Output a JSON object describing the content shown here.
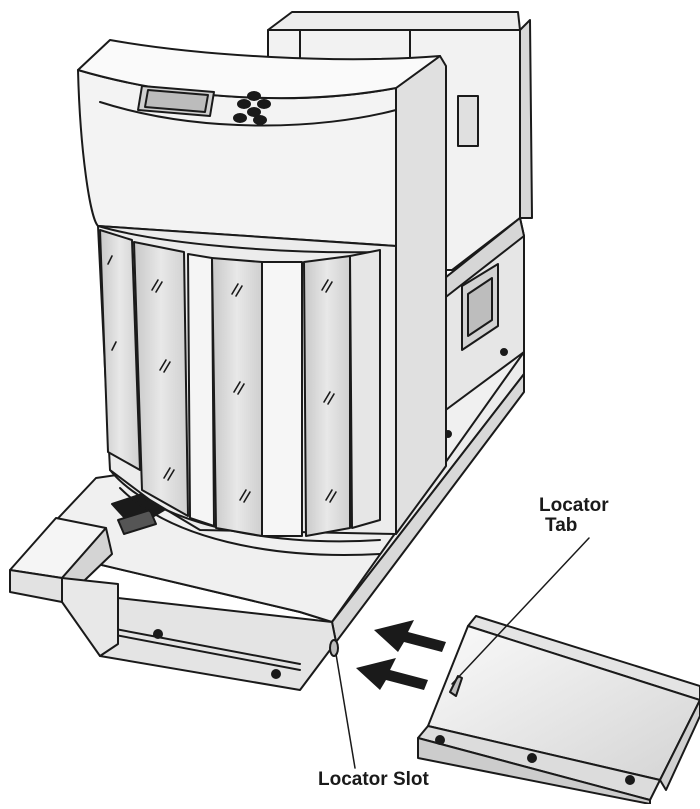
{
  "labels": {
    "locator_tab_line1": "Locator",
    "locator_tab_line2": "Tab",
    "locator_slot": "Locator Slot"
  },
  "colors": {
    "outline": "#1a1a1a",
    "body": "#f2f2f2",
    "panel": "#e2e2e2",
    "shade": "#cfcfcf",
    "glass": "#d9d9d9",
    "background": "#ffffff"
  }
}
